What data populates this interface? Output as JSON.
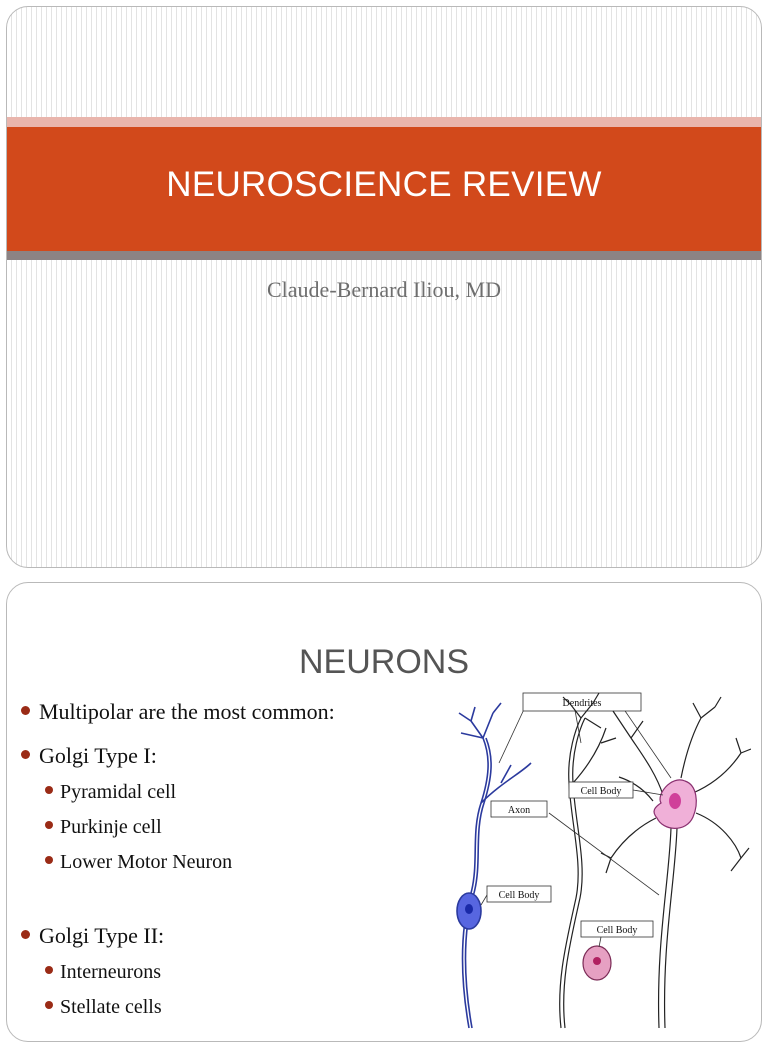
{
  "slide1": {
    "title": "NEUROSCIENCE REVIEW",
    "subtitle": "Claude-Bernard Iliou, MD",
    "colors": {
      "band": "#d2491b",
      "band_top": "#e9b5ac",
      "band_bottom": "#8c8384"
    }
  },
  "slide2": {
    "title": "NEURONS",
    "bullets": [
      {
        "text": "Multipolar are the most common:",
        "level": 1
      },
      {
        "text": "Golgi Type I:",
        "level": 1
      },
      {
        "text": "Pyramidal cell",
        "level": 2
      },
      {
        "text": "Purkinje cell",
        "level": 2
      },
      {
        "text": "Lower Motor Neuron",
        "level": 2
      },
      {
        "text": "Golgi Type II:",
        "level": 1
      },
      {
        "text": "Interneurons",
        "level": 2
      },
      {
        "text": "Stellate cells",
        "level": 2
      }
    ],
    "diagram": {
      "labels": {
        "dendrites": "Dendrites",
        "axon": "Axon",
        "cell_body_left": "Cell Body",
        "cell_body_right": "Cell Body",
        "cell_body_mid": "Cell Body"
      },
      "colors": {
        "bipolar": "#4a5bd6",
        "multipolar": "#e58fc7",
        "unipolar": "#d87aa8"
      }
    }
  }
}
